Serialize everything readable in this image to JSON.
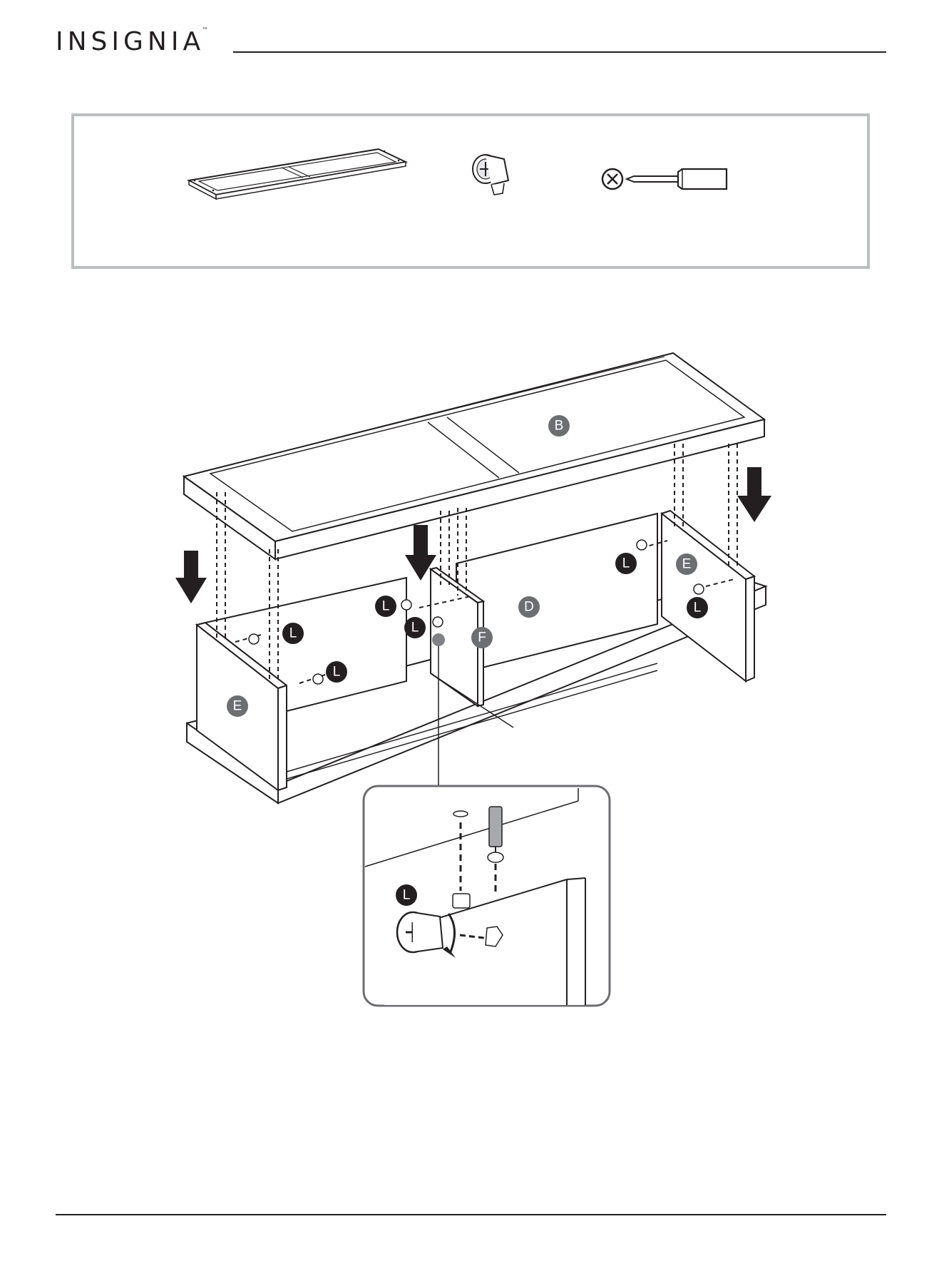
{
  "header": {
    "brand": "INSIGNIA",
    "trademark": "™"
  },
  "parts_box": {
    "items": [
      {
        "icon": "board-b-icon"
      },
      {
        "icon": "cam-lock-icon"
      },
      {
        "icon": "phillips-screwdriver-icon"
      }
    ]
  },
  "diagram": {
    "part_labels": {
      "b": "B",
      "d": "D",
      "e_left": "E",
      "e_right": "E",
      "f": "F",
      "l1": "L",
      "l2": "L",
      "l3": "L",
      "l4": "L",
      "l5": "L",
      "l6": "L",
      "l7": "L",
      "l_detail": "L"
    }
  },
  "colors": {
    "ink": "#231f20",
    "box_border": "#bcbec0",
    "badge_grey": "#6d6e71",
    "badge_black": "#231f20"
  }
}
